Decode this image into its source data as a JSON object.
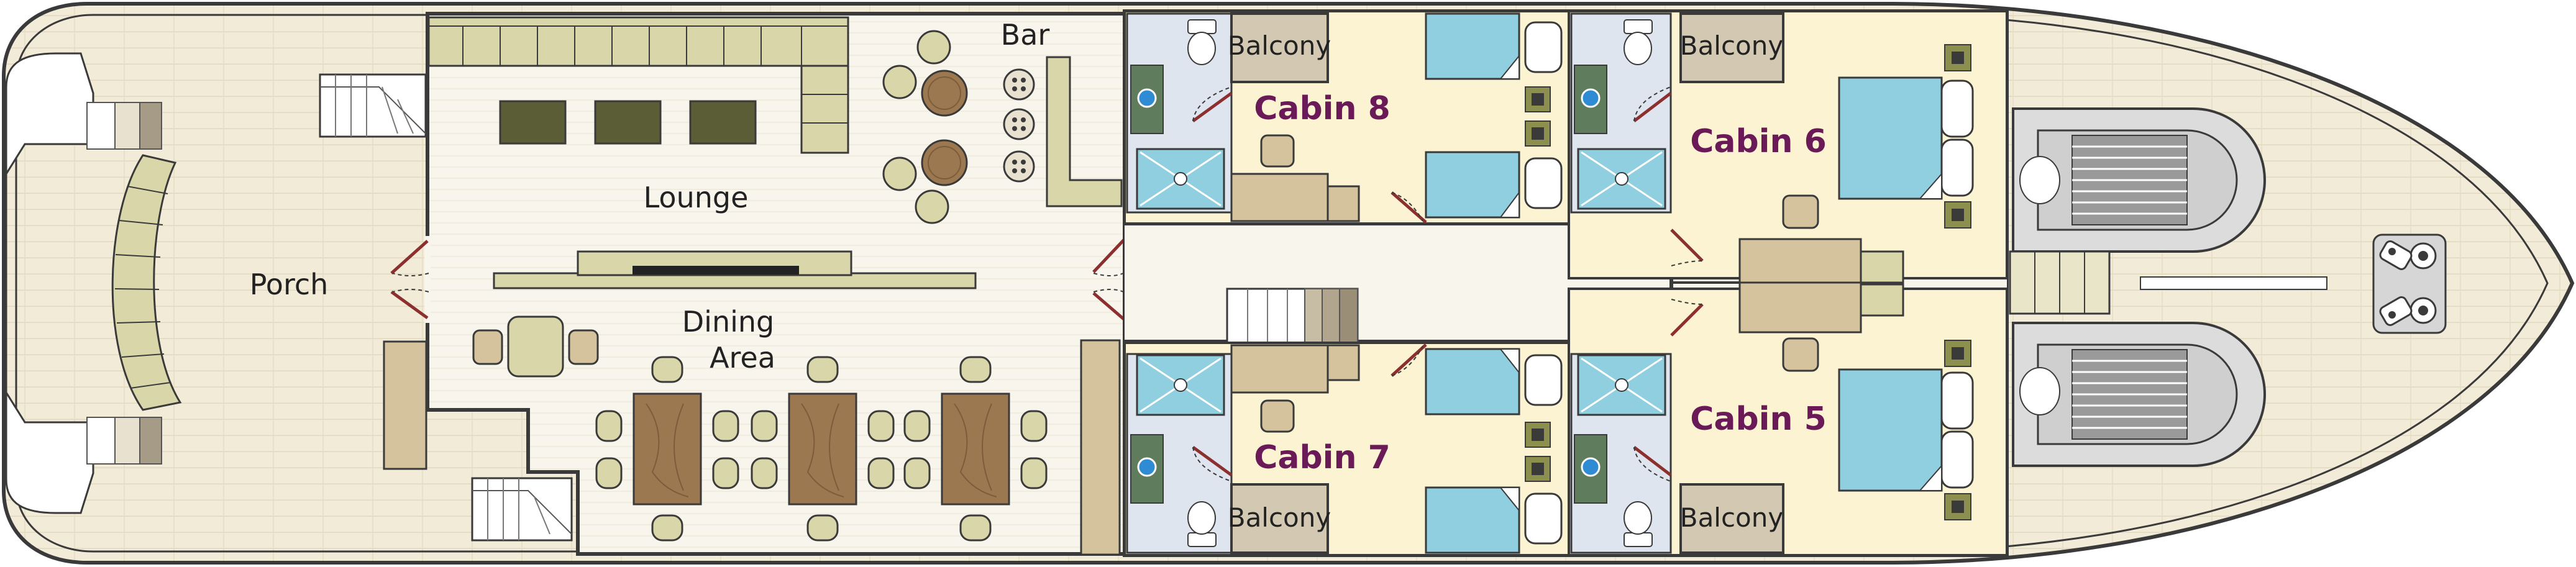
{
  "colors": {
    "deck_wood": "#f2ebd8",
    "interior": "#f8f5ec",
    "cabin_floor": "#fbf3d2",
    "bathroom": "#dfe5ef",
    "bed_blue": "#8fcfe0",
    "cushion": "#d9d7a9",
    "dark_olive": "#5a5d35",
    "olive": "#8d8f4f",
    "table_wood": "#9c7850",
    "desk": "#d4c39c",
    "balcony_fill": "#d3c8b2",
    "door_red": "#8c2f2f",
    "cabin_text": "#6a1a56",
    "line": "#3a3a3a"
  },
  "labels": {
    "porch": "Porch",
    "lounge": "Lounge",
    "bar": "Bar",
    "dining_1": "Dining",
    "dining_2": "Area"
  },
  "cabins": {
    "cabin8": "Cabin 8",
    "cabin7": "Cabin 7",
    "cabin6": "Cabin 6",
    "cabin5": "Cabin 5"
  },
  "balcony": "Balcony"
}
